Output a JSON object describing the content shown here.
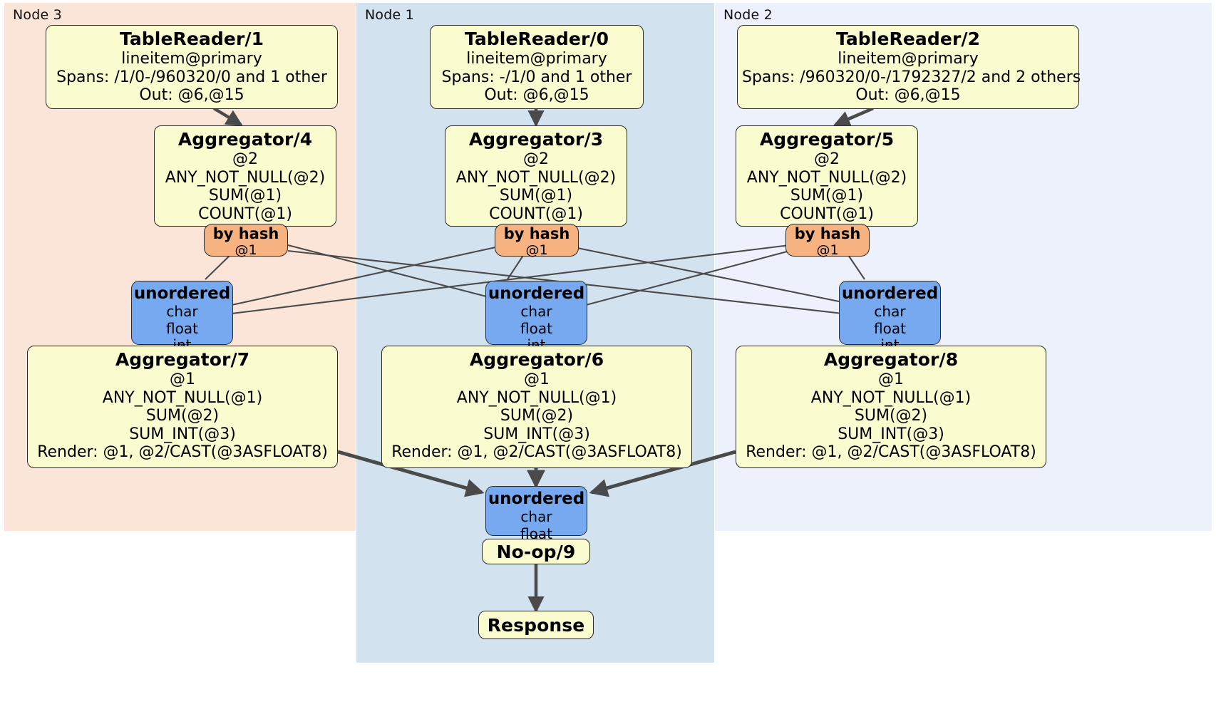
{
  "diagram": {
    "title": "Distributed query plan",
    "colors": {
      "node3_bg": "#fbe4d8",
      "node1_bg": "#d2e2ef",
      "node2_bg": "#ecf1fb",
      "processor_bg": "#fbfbd0",
      "router_bg": "#f7b282",
      "sync_bg": "#77a9f0",
      "edge": "#4a4a4a",
      "border": "#2b2b2b"
    }
  },
  "nodes": [
    {
      "id": "node3",
      "label": "Node 3"
    },
    {
      "id": "node1",
      "label": "Node 1"
    },
    {
      "id": "node2",
      "label": "Node 2"
    }
  ],
  "processors": {
    "tablereader1": {
      "title": "TableReader/1",
      "lines": [
        "lineitem@primary",
        "Spans: /1/0-/960320/0 and 1 other",
        "Out: @6,@15"
      ]
    },
    "tablereader0": {
      "title": "TableReader/0",
      "lines": [
        "lineitem@primary",
        "Spans: -/1/0 and 1 other",
        "Out: @6,@15"
      ]
    },
    "tablereader2": {
      "title": "TableReader/2",
      "lines": [
        "lineitem@primary",
        "Spans: /960320/0-/1792327/2 and 2 others",
        "Out: @6,@15"
      ]
    },
    "aggregator4": {
      "title": "Aggregator/4",
      "lines": [
        "@2",
        "ANY_NOT_NULL(@2)",
        "SUM(@1)",
        "COUNT(@1)"
      ]
    },
    "aggregator3": {
      "title": "Aggregator/3",
      "lines": [
        "@2",
        "ANY_NOT_NULL(@2)",
        "SUM(@1)",
        "COUNT(@1)"
      ]
    },
    "aggregator5": {
      "title": "Aggregator/5",
      "lines": [
        "@2",
        "ANY_NOT_NULL(@2)",
        "SUM(@1)",
        "COUNT(@1)"
      ]
    },
    "aggregator7": {
      "title": "Aggregator/7",
      "lines": [
        "@1",
        "ANY_NOT_NULL(@1)",
        "SUM(@2)",
        "SUM_INT(@3)",
        "Render: @1, @2/CAST(@3ASFLOAT8)"
      ]
    },
    "aggregator6": {
      "title": "Aggregator/6",
      "lines": [
        "@1",
        "ANY_NOT_NULL(@1)",
        "SUM(@2)",
        "SUM_INT(@3)",
        "Render: @1, @2/CAST(@3ASFLOAT8)"
      ]
    },
    "aggregator8": {
      "title": "Aggregator/8",
      "lines": [
        "@1",
        "ANY_NOT_NULL(@1)",
        "SUM(@2)",
        "SUM_INT(@3)",
        "Render: @1, @2/CAST(@3ASFLOAT8)"
      ]
    },
    "noop9": {
      "title": "No-op/9",
      "lines": []
    },
    "response": {
      "title": "Response",
      "lines": []
    }
  },
  "routers": {
    "router_left": {
      "title": "by hash",
      "label": "@1"
    },
    "router_center": {
      "title": "by hash",
      "label": "@1"
    },
    "router_right": {
      "title": "by hash",
      "label": "@1"
    }
  },
  "synchronizers": {
    "sync_left": {
      "title": "unordered",
      "types": [
        "char",
        "float",
        "int"
      ]
    },
    "sync_center": {
      "title": "unordered",
      "types": [
        "char",
        "float",
        "int"
      ]
    },
    "sync_right": {
      "title": "unordered",
      "types": [
        "char",
        "float",
        "int"
      ]
    },
    "sync_final": {
      "title": "unordered",
      "types": [
        "char",
        "float"
      ]
    }
  }
}
